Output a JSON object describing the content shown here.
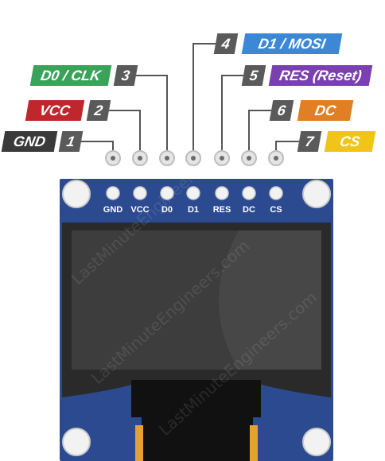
{
  "pins": [
    {
      "number": "1",
      "name": "GND",
      "label": "GND",
      "color": "#3a3a3a"
    },
    {
      "number": "2",
      "name": "VCC",
      "label": "VCC",
      "color": "#c0272d"
    },
    {
      "number": "3",
      "name": "D0 / CLK",
      "label": "D0",
      "color": "#3aa35a"
    },
    {
      "number": "4",
      "name": "D1 / MOSI",
      "label": "D1",
      "color": "#3b89d6"
    },
    {
      "number": "5",
      "name": "RES (Reset)",
      "label": "RES",
      "color": "#7a3fb0"
    },
    {
      "number": "6",
      "name": "DC",
      "label": "DC",
      "color": "#e07f23"
    },
    {
      "number": "7",
      "name": "CS",
      "label": "CS",
      "color": "#f0c419"
    }
  ],
  "watermark": "LastMinuteEngineers.com",
  "colors": {
    "board": "#2c4a8f",
    "screen": "#3d3d3d",
    "number_box": "#5a5a5a",
    "connector": "#e7a031"
  }
}
